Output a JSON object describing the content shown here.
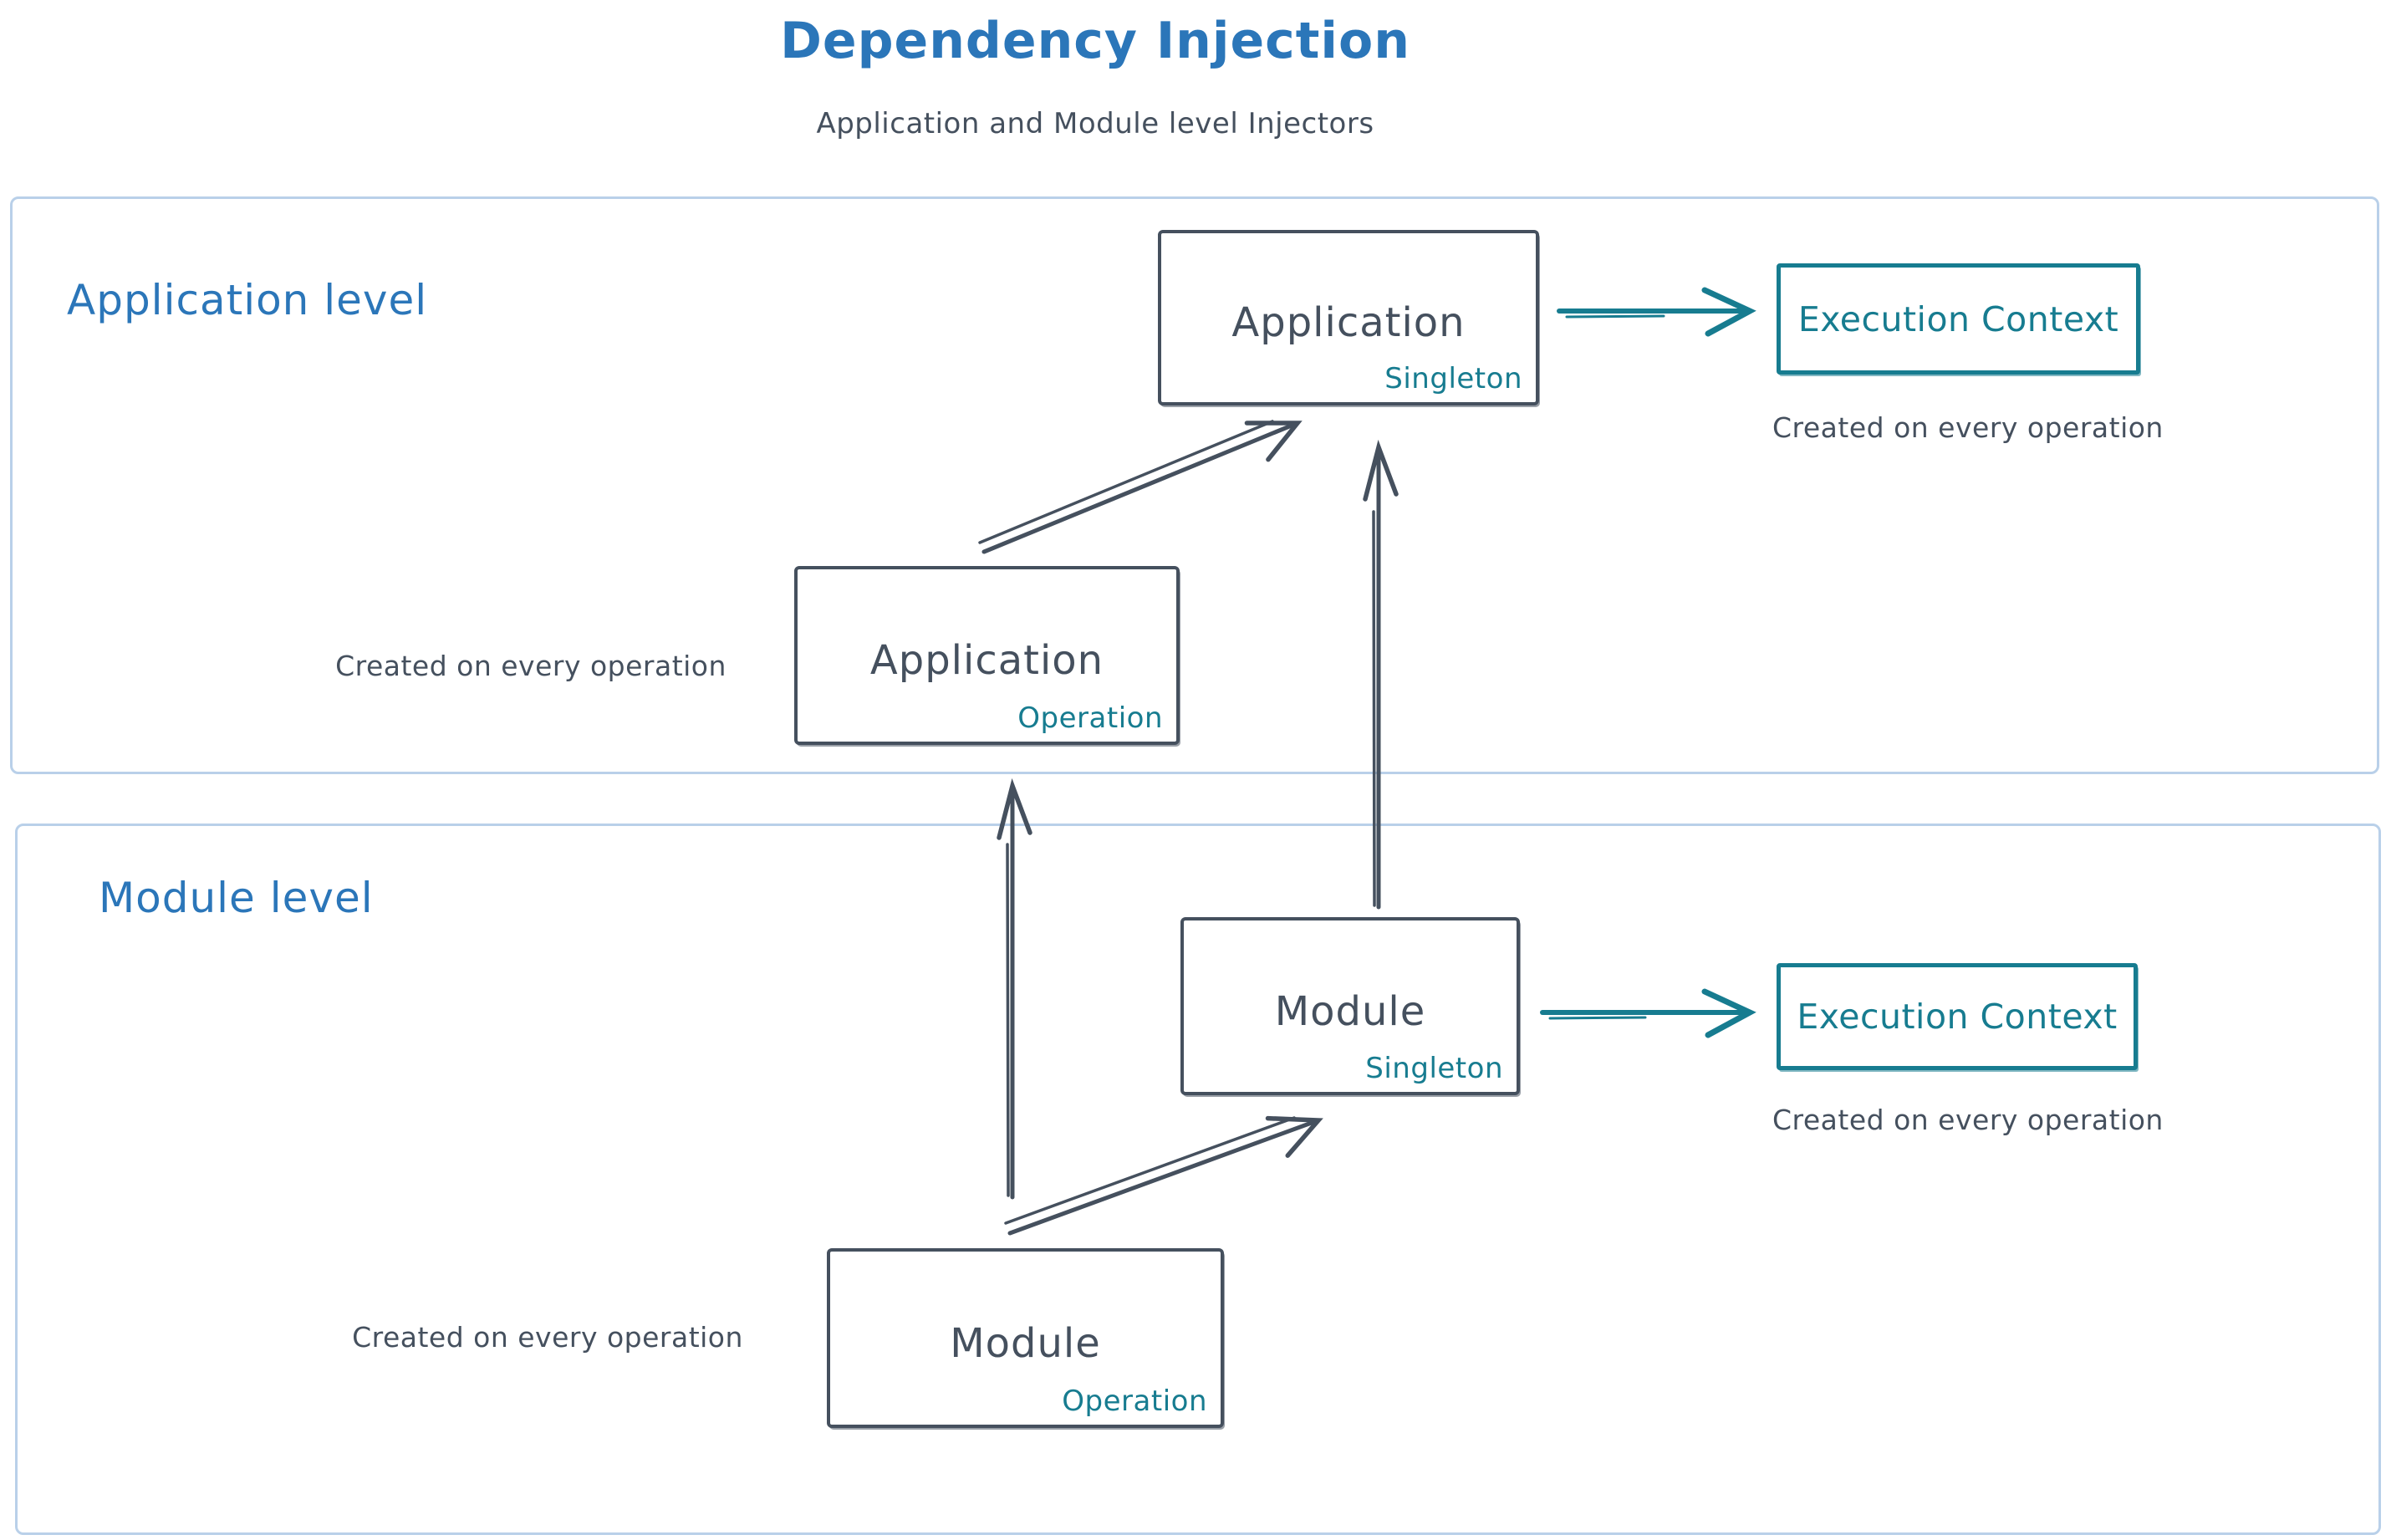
{
  "title": "Dependency Injection",
  "subtitle": "Application and Module level Injectors",
  "colors": {
    "accent_blue": "#2b76b9",
    "dark": "#45505e",
    "teal": "#177c90",
    "section_border": "#b9d0e9"
  },
  "application_level": {
    "label": "Application level",
    "singleton_box": {
      "title": "Application",
      "scope": "Singleton"
    },
    "operation_box": {
      "title": "Application",
      "scope": "Operation"
    },
    "operation_caption": "Created on every operation",
    "execution_context": {
      "label": "Execution Context",
      "caption": "Created on every operation"
    }
  },
  "module_level": {
    "label": "Module level",
    "singleton_box": {
      "title": "Module",
      "scope": "Singleton"
    },
    "operation_box": {
      "title": "Module",
      "scope": "Operation"
    },
    "operation_caption": "Created on every operation",
    "execution_context": {
      "label": "Execution Context",
      "caption": "Created on every operation"
    }
  }
}
